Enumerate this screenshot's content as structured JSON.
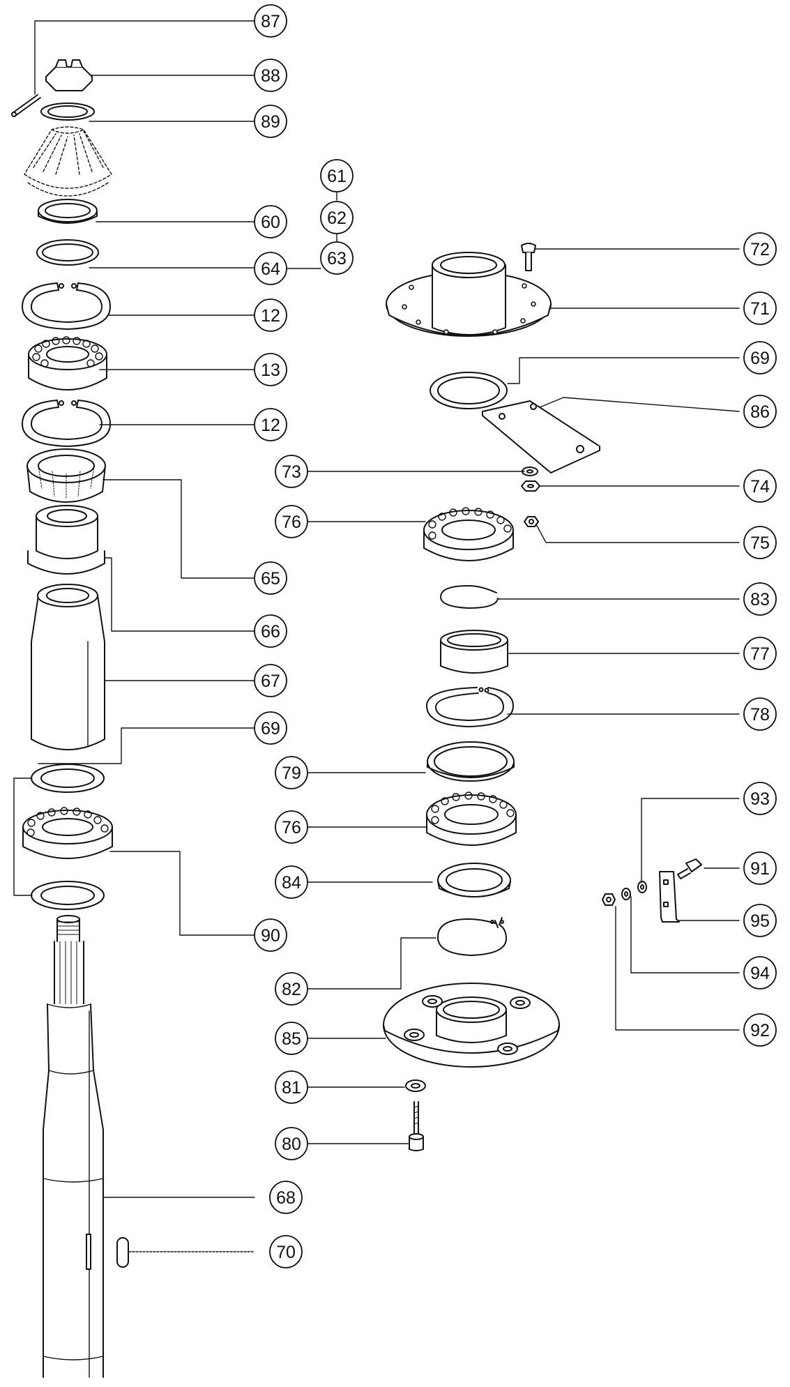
{
  "callouts": [
    "87",
    "88",
    "89",
    "60",
    "64",
    "61",
    "62",
    "63",
    "12",
    "13",
    "12",
    "65",
    "66",
    "67",
    "69",
    "90",
    "68",
    "70",
    "72",
    "71",
    "69",
    "86",
    "73",
    "74",
    "76",
    "75",
    "83",
    "77",
    "78",
    "79",
    "76",
    "84",
    "82",
    "85",
    "81",
    "80",
    "93",
    "91",
    "95",
    "94",
    "92"
  ]
}
